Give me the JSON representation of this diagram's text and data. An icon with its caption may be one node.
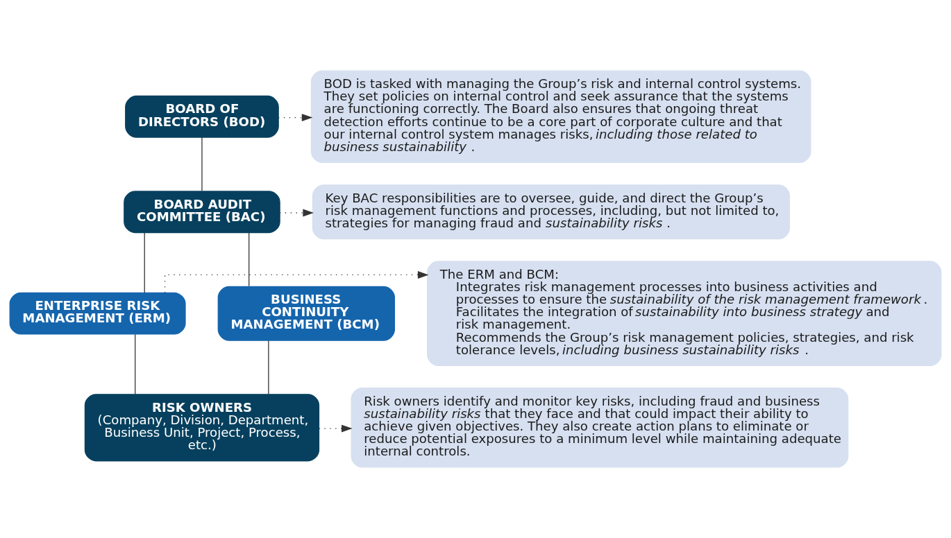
{
  "diagram": {
    "nodes": [
      {
        "text": [
          "BOARD OF DIRECTORS (BOD)"
        ]
      },
      {
        "text": [
          "BOARD AUDIT COMMITTEE (BAC)"
        ]
      },
      {
        "text": [
          "ENTERPRISE RISK MANAGEMENT (ERM)"
        ]
      },
      {
        "text": [
          "BUSINESS CONTINUITY MANAGEMENT (BCM)"
        ]
      },
      {
        "text": [
          "RISK OWNERS",
          "(Company, Division, Department, Business Unit, Project, Process, etc.)"
        ]
      },
      {
        "text": [
          "BOD is tasked with managing the Group’s risk and internal control systems. They set policies on internal control and seek assurance that the systems are functioning correctly. The Board also ensures that ongoing threat detection efforts continue to be a core part of corporate culture and that our internal control system manages risks, *including those related to business sustainability*."
        ]
      },
      {
        "text": [
          "Key BAC responsibilities are to oversee, guide, and direct the Group’s risk management functions and processes, including, but not limited to, strategies for managing fraud and *sustainability risks*."
        ]
      },
      {
        "text": [
          "The ERM and BCM:",
          "Integrates risk management processes into business activities and processes to ensure the *sustainability of the risk management framework*.",
          "Facilitates the integration of *sustainability into business strategy* and risk management.",
          "Recommends the Group’s risk management policies, strategies, and risk tolerance levels, *including business sustainability risks*."
        ]
      },
      {
        "text": [
          "Risk owners identify and monitor key risks, including fraud and business *sustainability risks* that they face and that could impact their ability to achieve given objectives. They also create action plans to eliminate or reduce potential exposures to a minimum level while maintaining adequate internal controls."
        ]
      }
    ],
    "edges": [
      {
        "from": 0,
        "to": 1,
        "arrow": "none"
      },
      {
        "from": 1,
        "to": 2,
        "arrow": "none"
      },
      {
        "from": 1,
        "to": 3,
        "arrow": "none"
      },
      {
        "from": 2,
        "to": 4,
        "arrow": "none"
      },
      {
        "from": 3,
        "to": 4,
        "arrow": "none"
      },
      {
        "from": 0,
        "to": 5,
        "arrow": "to",
        "style": "dashed"
      },
      {
        "from": 1,
        "to": 6,
        "arrow": "to",
        "style": "dashed"
      },
      {
        "from": 2,
        "to": 7,
        "arrow": "to",
        "style": "dashed"
      },
      {
        "from": 4,
        "to": 8,
        "arrow": "to",
        "style": "dashed"
      }
    ]
  }
}
